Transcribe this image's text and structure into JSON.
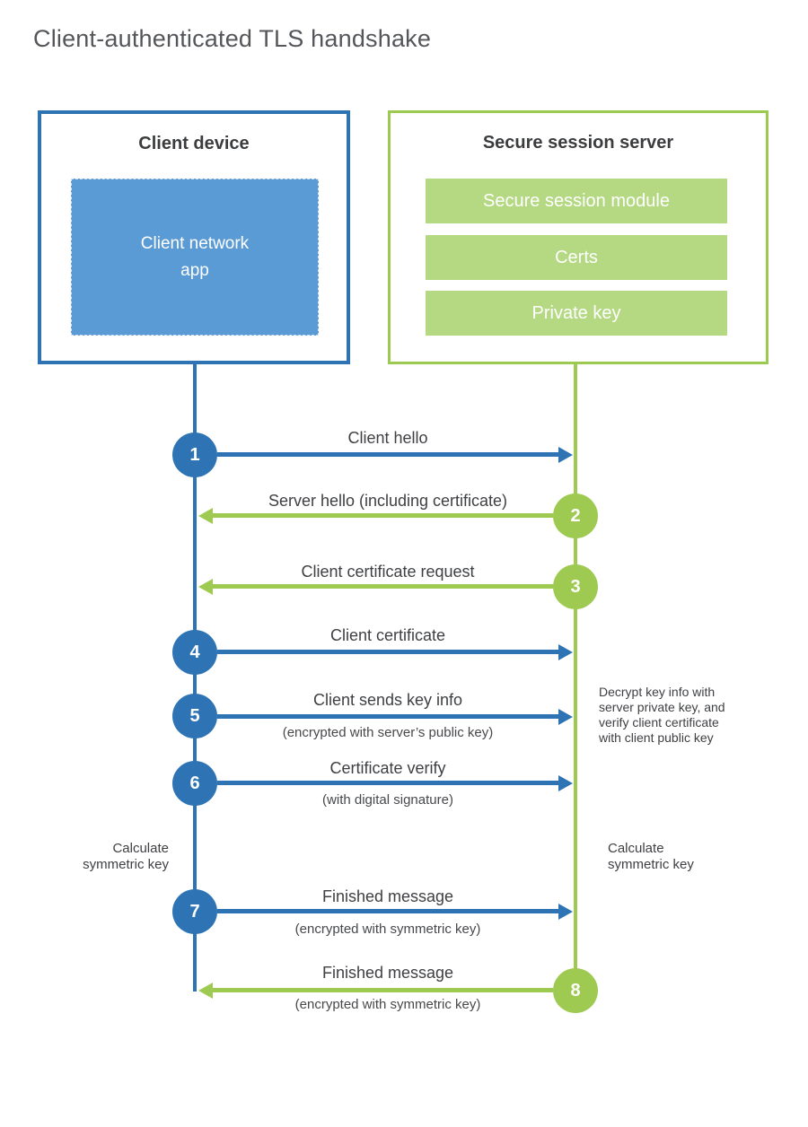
{
  "title": "Client-authenticated TLS handshake",
  "colors": {
    "blue": "#2e74b5",
    "light_blue": "#5b9bd5",
    "green": "#9fca52",
    "light_green": "#b5d983",
    "title_gray": "#54565a",
    "text_dark": "#3f4043"
  },
  "client_box": {
    "title": "Client device",
    "app_label": "Client network\napp"
  },
  "server_box": {
    "title": "Secure session server",
    "modules": [
      "Secure session module",
      "Certs",
      "Private key"
    ]
  },
  "steps": [
    {
      "num": "1",
      "label": "Client hello",
      "sub": "",
      "direction": "client-to-server",
      "color": "blue"
    },
    {
      "num": "2",
      "label": "Server hello (including certificate)",
      "sub": "",
      "direction": "server-to-client",
      "color": "green"
    },
    {
      "num": "3",
      "label": "Client certificate request",
      "sub": "",
      "direction": "server-to-client",
      "color": "green"
    },
    {
      "num": "4",
      "label": "Client certificate",
      "sub": "",
      "direction": "client-to-server",
      "color": "blue"
    },
    {
      "num": "5",
      "label": "Client sends key info",
      "sub": "(encrypted with server’s public key)",
      "direction": "client-to-server",
      "color": "blue"
    },
    {
      "num": "6",
      "label": "Certificate verify",
      "sub": "(with digital signature)",
      "direction": "client-to-server",
      "color": "blue"
    },
    {
      "num": "7",
      "label": "Finished message",
      "sub": "(encrypted with symmetric key)",
      "direction": "client-to-server",
      "color": "blue"
    },
    {
      "num": "8",
      "label": "Finished message",
      "sub": "(encrypted with symmetric key)",
      "direction": "server-to-client",
      "color": "green"
    }
  ],
  "annotations": {
    "decrypt_note": "Decrypt key info with\nserver private key, and\nverify client certificate\nwith client public key",
    "calc_left": "Calculate\nsymmetric key",
    "calc_right": "Calculate\nsymmetric key"
  }
}
